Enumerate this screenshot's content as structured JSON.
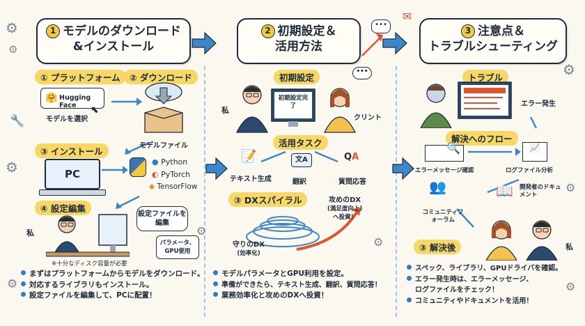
{
  "sections": [
    {
      "num": "1",
      "title_l1": "モデルのダウンロード",
      "title_l2": "&インストール"
    },
    {
      "num": "2",
      "title_l1": "初期設定＆",
      "title_l2": "活用方法"
    },
    {
      "num": "3",
      "title_l1": "注意点＆",
      "title_l2": "トラブルシューティング"
    }
  ],
  "s1": {
    "step1": "① プラットフォーム",
    "hf": "Hugging Face",
    "select": "モデルを選択",
    "step2": "② ダウンロード",
    "model_file": "モデルファイル",
    "step3": "③ インストール",
    "pc": "PC",
    "libs": [
      "Python",
      "PyTorch",
      "TensorFlow"
    ],
    "step4": "④ 設定編集",
    "me": "私",
    "bubble": "設定ファイルを編集",
    "note_card": "パラメータ、GPU使用",
    "disk_note": "※十分なディスク容量が必要",
    "bullets": [
      "まずはプラットフォームからモデルをダウンロード。",
      "対応するライブラリもインストール。",
      "設定ファイルを編集して、PCに配置！"
    ]
  },
  "s2": {
    "setup_label": "初期設定",
    "screen": "初期設定完了",
    "me": "私",
    "client": "クリント",
    "tasks_label": "活用タスク",
    "tasks": [
      "テキスト生成",
      "翻訳",
      "質問応答"
    ],
    "dx_label": "③ DXスパイラル",
    "dx_attack": "攻めのDX",
    "dx_attack_sub": "(満足度向上)",
    "dx_attack_sub2": "へ投資！",
    "dx_defense": "守りのDX",
    "dx_defense_sub": "(効率化)",
    "bullets": [
      "モデルパラメータとGPU利用を設定。",
      "準備ができたら、テキスト生成、翻訳、質問応答！",
      "業務効率化と攻めのDXへ投資！"
    ]
  },
  "s3": {
    "trouble": "トラブル",
    "error": "エラー発生",
    "flow": "解決へのフロー",
    "nodes": [
      "エラーメッセージ確認",
      "ログファイル分析",
      "開発者のドキュメント",
      "コミュニティフォーラム"
    ],
    "after": "③ 解決後",
    "me": "私",
    "bullets": [
      "スペック、ライブラリ、GPUドライバを確認。",
      "エラー発生時は、エラーメッセージ、",
      "ログファイルをチェック！",
      "コミュニティやドキュメントを活用！"
    ]
  },
  "colors": {
    "accent": "#f7d866",
    "blue": "#2f7cc2",
    "ink": "#1c2a3a"
  }
}
